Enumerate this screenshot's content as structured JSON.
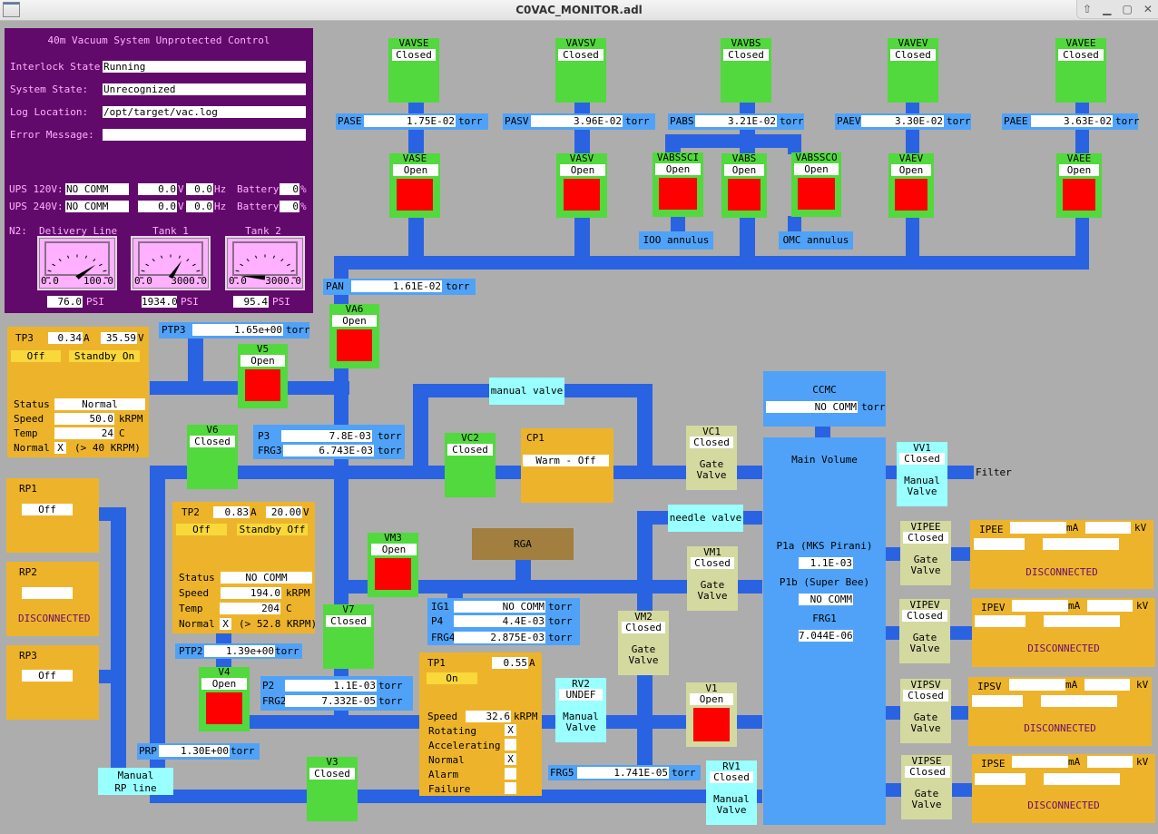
{
  "window": {
    "title": "C0VAC_MONITOR.adl",
    "controls": [
      "up-icon",
      "minimize-icon",
      "maximize-icon",
      "close-icon"
    ]
  },
  "control_panel": {
    "title": "40m Vacuum System Unprotected Control",
    "interlock_label": "Interlock State:",
    "interlock_value": "Running",
    "system_label": "System State:",
    "system_value": "Unrecognized",
    "log_label": "Log Location:",
    "log_value": "/opt/target/vac.log",
    "error_label": "Error Message:",
    "error_value": "",
    "ups": [
      {
        "label": "UPS 120V:",
        "status": "NO COMM",
        "volts": "0.0",
        "volts_unit": "V",
        "hz": "0.0",
        "hz_unit": "Hz",
        "battery_label": "Battery",
        "battery": "0",
        "battery_unit": "%"
      },
      {
        "label": "UPS 240V:",
        "status": "NO COMM",
        "volts": "0.0",
        "volts_unit": "V",
        "hz": "0.0",
        "hz_unit": "Hz",
        "battery_label": "Battery",
        "battery": "0",
        "battery_unit": "%"
      }
    ],
    "n2_label": "N2:",
    "gauges": [
      {
        "title": "Delivery Line",
        "min": "0.0",
        "max": "100.0",
        "value": "76.0",
        "unit": "PSI",
        "fraction": 0.76
      },
      {
        "title": "Tank 1",
        "min": "0.0",
        "max": "3000.0",
        "value": "1934.0",
        "unit": "PSI",
        "fraction": 0.645
      },
      {
        "title": "Tank 2",
        "min": "0.0",
        "max": "3000.0",
        "value": "95.4",
        "unit": "PSI",
        "fraction": 0.032
      }
    ]
  },
  "annulus_valves": [
    {
      "name": "VAVSE",
      "state": "Closed"
    },
    {
      "name": "VAVSV",
      "state": "Closed"
    },
    {
      "name": "VAVBS",
      "state": "Closed"
    },
    {
      "name": "VAVEV",
      "state": "Closed"
    },
    {
      "name": "VAVEE",
      "state": "Closed"
    }
  ],
  "annulus_gauges": [
    {
      "name": "PASE",
      "value": "1.75E-02",
      "unit": "torr"
    },
    {
      "name": "PASV",
      "value": "3.96E-02",
      "unit": "torr"
    },
    {
      "name": "PABS",
      "value": "3.21E-02",
      "unit": "torr"
    },
    {
      "name": "PAEV",
      "value": "3.30E-02",
      "unit": "torr"
    },
    {
      "name": "PAEE",
      "value": "3.63E-02",
      "unit": "torr"
    }
  ],
  "annulus_open_valves": [
    {
      "name": "VASE",
      "state": "Open"
    },
    {
      "name": "VASV",
      "state": "Open"
    },
    {
      "name": "VABSSCI",
      "state": "Open"
    },
    {
      "name": "VABS",
      "state": "Open"
    },
    {
      "name": "VABSSCO",
      "state": "Open"
    },
    {
      "name": "VAEV",
      "state": "Open"
    },
    {
      "name": "VAEE",
      "state": "Open"
    }
  ],
  "annulus_labels": {
    "ioo": "IOO annulus",
    "omc": "OMC annulus"
  },
  "pan": {
    "name": "PAN",
    "value": "1.61E-02",
    "unit": "torr"
  },
  "va6": {
    "name": "VA6",
    "state": "Open"
  },
  "ptp3": {
    "name": "PTP3",
    "value": "1.65e+00",
    "unit": "torr"
  },
  "v5": {
    "name": "V5",
    "state": "Open"
  },
  "v6": {
    "name": "V6",
    "state": "Closed"
  },
  "p3": {
    "name": "P3",
    "value": "7.8E-03",
    "unit": "torr"
  },
  "frg3": {
    "name": "FRG3",
    "value": "6.743E-03",
    "unit": "torr"
  },
  "tp3": {
    "name": "TP3",
    "current": "0.34",
    "current_unit": "A",
    "voltage": "35.59",
    "voltage_unit": "V",
    "state": "Off",
    "standby": "Standby On",
    "status_label": "Status",
    "status": "Normal",
    "speed_label": "Speed",
    "speed": "50.0",
    "speed_unit": "kRPM",
    "temp_label": "Temp",
    "temp": "24",
    "temp_unit": "C",
    "normal_label": "Normal",
    "normal": "X",
    "normal_note": "(> 40 KRPM)"
  },
  "tp2": {
    "name": "TP2",
    "current": "0.83",
    "current_unit": "A",
    "voltage": "20.00",
    "voltage_unit": "V",
    "state": "Off",
    "standby": "Standby Off",
    "status_label": "Status",
    "status": "NO COMM",
    "speed_label": "Speed",
    "speed": "194.0",
    "speed_unit": "kRPM",
    "temp_label": "Temp",
    "temp": "204",
    "temp_unit": "C",
    "normal_label": "Normal",
    "normal": "X",
    "normal_note": "(> 52.8 KRPM)"
  },
  "rp": [
    {
      "name": "RP1",
      "state": "Off",
      "note": ""
    },
    {
      "name": "RP2",
      "state": "",
      "note": "DISCONNECTED"
    },
    {
      "name": "RP3",
      "state": "Off",
      "note": ""
    }
  ],
  "ptp2": {
    "name": "PTP2",
    "value": "1.39e+00",
    "unit": "torr"
  },
  "v4": {
    "name": "V4",
    "state": "Open"
  },
  "v7": {
    "name": "V7",
    "state": "Closed"
  },
  "vm3": {
    "name": "VM3",
    "state": "Open"
  },
  "p2": {
    "name": "P2",
    "value": "1.1E-03",
    "unit": "torr"
  },
  "frg2": {
    "name": "FRG2",
    "value": "7.332E-05",
    "unit": "torr"
  },
  "prp": {
    "name": "PRP",
    "value": "1.30E+00",
    "unit": "torr"
  },
  "manual_rp": {
    "line1": "Manual",
    "line2": "RP line"
  },
  "v3": {
    "name": "V3",
    "state": "Closed"
  },
  "manual_valve_label": "manual valve",
  "needle_valve_label": "needle valve",
  "vc2": {
    "name": "VC2",
    "state": "Closed"
  },
  "cp1": {
    "name": "CP1",
    "state": "Warm - Off"
  },
  "vc1": {
    "name": "VC1",
    "state": "Closed",
    "type1": "Gate",
    "type2": "Valve"
  },
  "rga": {
    "label": "RGA"
  },
  "vm1": {
    "name": "VM1",
    "state": "Closed",
    "type1": "Gate",
    "type2": "Valve"
  },
  "vm2": {
    "name": "VM2",
    "state": "Closed",
    "type1": "Gate",
    "type2": "Valve"
  },
  "ig_block": [
    {
      "name": "IG1",
      "value": "NO COMM",
      "unit": "torr"
    },
    {
      "name": "P4",
      "value": "4.4E-03",
      "unit": "torr"
    },
    {
      "name": "FRG4",
      "value": "2.875E-03",
      "unit": "torr"
    }
  ],
  "tp1": {
    "name": "TP1",
    "current": "0.55",
    "current_unit": "A",
    "state": "On",
    "speed_label": "Speed",
    "speed": "32.6",
    "speed_unit": "kRPM",
    "flags": [
      {
        "label": "Rotating",
        "value": "X"
      },
      {
        "label": "Accelerating",
        "value": ""
      },
      {
        "label": "Normal",
        "value": "X"
      },
      {
        "label": "Alarm",
        "value": ""
      },
      {
        "label": "Failure",
        "value": ""
      }
    ]
  },
  "rv2": {
    "name": "RV2",
    "state": "UNDEF",
    "type1": "Manual",
    "type2": "Valve"
  },
  "v1": {
    "name": "V1",
    "state": "Open"
  },
  "frg5": {
    "name": "FRG5",
    "value": "1.741E-05",
    "unit": "torr"
  },
  "rv1": {
    "name": "RV1",
    "state": "Closed",
    "type1": "Manual",
    "type2": "Valve"
  },
  "ccmc": {
    "name": "CCMC",
    "value": "NO COMM",
    "unit": "torr"
  },
  "main_volume": {
    "title": "Main Volume",
    "p1a_label": "P1a (MKS Pirani)",
    "p1a": "1.1E-03",
    "p1b_label": "P1b (Super Bee)",
    "p1b": "NO COMM",
    "frg1_label": "FRG1",
    "frg1": "7.044E-06"
  },
  "vv1": {
    "name": "VV1",
    "state": "Closed",
    "type1": "Manual",
    "type2": "Valve",
    "outlet": "Filter"
  },
  "ion_pumps": [
    {
      "valve": "VIPEE",
      "state": "Closed",
      "type1": "Gate",
      "type2": "Valve",
      "pump": "IPEE",
      "ma_unit": "mA",
      "kv_unit": "kV",
      "status": "DISCONNECTED"
    },
    {
      "valve": "VIPEV",
      "state": "Closed",
      "type1": "Gate",
      "type2": "Valve",
      "pump": "IPEV",
      "ma_unit": "mA",
      "kv_unit": "kV",
      "status": "DISCONNECTED"
    },
    {
      "valve": "VIPSV",
      "state": "Closed",
      "type1": "Gate",
      "type2": "Valve",
      "pump": "IPSV",
      "ma_unit": "mA",
      "kv_unit": "kV",
      "status": "DISCONNECTED"
    },
    {
      "valve": "VIPSE",
      "state": "Closed",
      "type1": "Gate",
      "type2": "Valve",
      "pump": "IPSE",
      "ma_unit": "mA",
      "kv_unit": "kV",
      "status": "DISCONNECTED"
    }
  ]
}
